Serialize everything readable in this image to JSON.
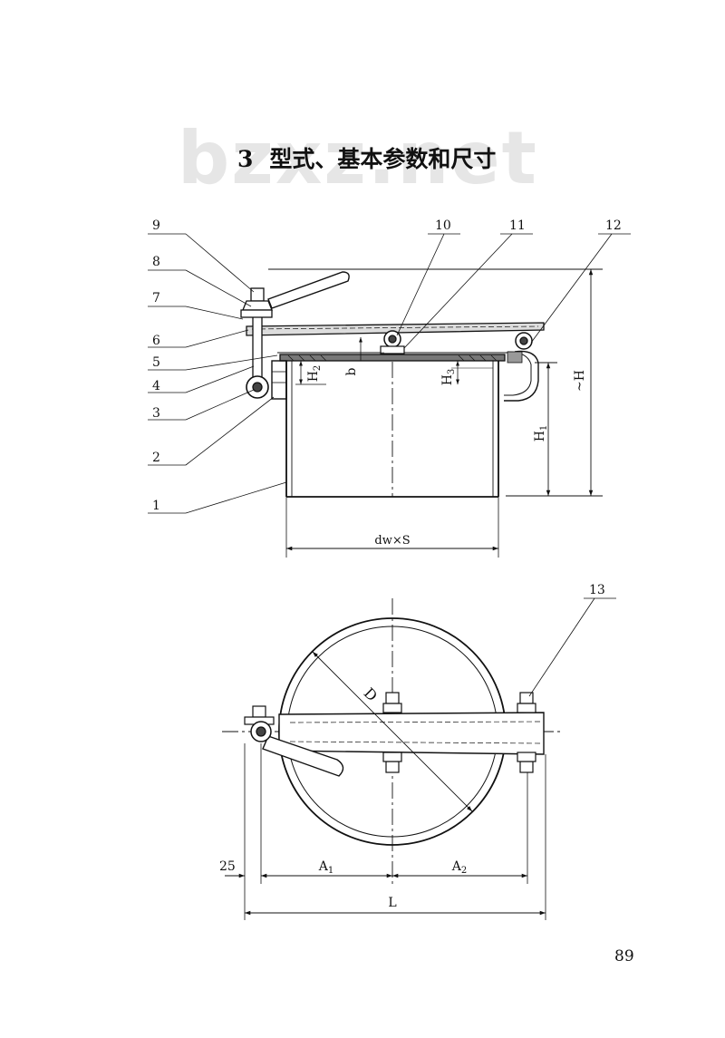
{
  "watermark": "bzxz.net",
  "section": {
    "number": "3",
    "title": "型式、基本参数和尺寸"
  },
  "page_number": "89",
  "part_numbers": [
    "1",
    "2",
    "3",
    "4",
    "5",
    "6",
    "7",
    "8",
    "9",
    "10",
    "11",
    "12",
    "13"
  ],
  "dimensions": {
    "H": "~H",
    "H1": "H",
    "H1_sub": "1",
    "H2": "H",
    "H2_sub": "2",
    "H3": "H",
    "H3_sub": "3",
    "b": "b",
    "dw_s": "dw×S",
    "D": "D",
    "A1": "A",
    "A1_sub": "1",
    "A2": "A",
    "A2_sub": "2",
    "d25": "25",
    "L": "L"
  }
}
